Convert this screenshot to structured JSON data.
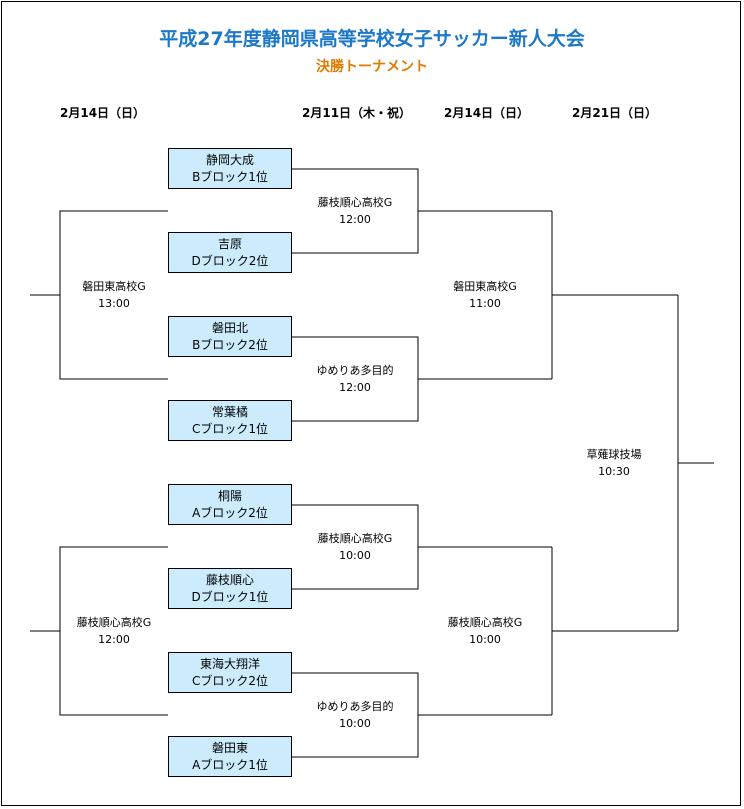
{
  "title": "平成27年度静岡県高等学校女子サッカー新人大会",
  "subtitle": "決勝トーナメント",
  "dates": {
    "round1": "2月14日（日）",
    "round2": "2月11日（木・祝）",
    "semifinal": "2月14日（日）",
    "final": "2月21日（日）"
  },
  "teams": [
    {
      "name": "静岡大成",
      "seed": "Bブロック1位"
    },
    {
      "name": "吉原",
      "seed": "Dブロック2位"
    },
    {
      "name": "磐田北",
      "seed": "Bブロック2位"
    },
    {
      "name": "常葉橘",
      "seed": "Cブロック1位"
    },
    {
      "name": "桐陽",
      "seed": "Aブロック2位"
    },
    {
      "name": "藤枝順心",
      "seed": "Dブロック1位"
    },
    {
      "name": "東海大翔洋",
      "seed": "Cブロック2位"
    },
    {
      "name": "磐田東",
      "seed": "Aブロック1位"
    }
  ],
  "venues": {
    "qf1": {
      "place": "藤枝順心高校G",
      "time": "12:00"
    },
    "qf2": {
      "place": "ゆめりあ多目的",
      "time": "12:00"
    },
    "qf3": {
      "place": "藤枝順心高校G",
      "time": "10:00"
    },
    "qf4": {
      "place": "ゆめりあ多目的",
      "time": "10:00"
    },
    "left_top": {
      "place": "磐田東高校G",
      "time": "13:00"
    },
    "left_bottom": {
      "place": "藤枝順心高校G",
      "time": "12:00"
    },
    "sf1": {
      "place": "磐田東高校G",
      "time": "11:00"
    },
    "sf2": {
      "place": "藤枝順心高校G",
      "time": "10:00"
    },
    "final": {
      "place": "草薙球技場",
      "time": "10:30"
    }
  }
}
